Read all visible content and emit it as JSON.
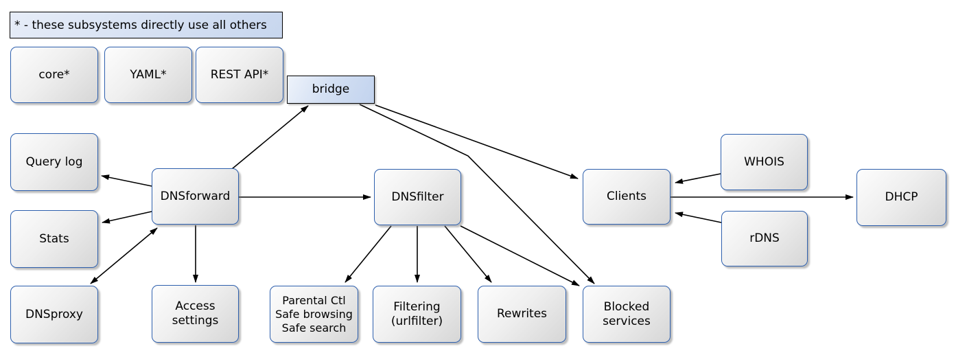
{
  "diagram": {
    "legend": "* - these subsystems directly use all others",
    "nodes": [
      {
        "id": "core",
        "label": "core*"
      },
      {
        "id": "yaml",
        "label": "YAML*"
      },
      {
        "id": "rest-api",
        "label": "REST API*"
      },
      {
        "id": "bridge",
        "label": "bridge"
      },
      {
        "id": "query-log",
        "label": "Query log"
      },
      {
        "id": "stats",
        "label": "Stats"
      },
      {
        "id": "dnsproxy",
        "label": "DNSproxy"
      },
      {
        "id": "dnsforward",
        "label": "DNSforward"
      },
      {
        "id": "access-settings",
        "label": "Access\nsettings"
      },
      {
        "id": "dnsfilter",
        "label": "DNSfilter"
      },
      {
        "id": "parental",
        "label": "Parental Ctl\nSafe browsing\nSafe search"
      },
      {
        "id": "filtering",
        "label": "Filtering\n(urlfilter)"
      },
      {
        "id": "rewrites",
        "label": "Rewrites"
      },
      {
        "id": "blocked-services",
        "label": "Blocked\nservices"
      },
      {
        "id": "clients",
        "label": "Clients"
      },
      {
        "id": "whois",
        "label": "WHOIS"
      },
      {
        "id": "rdns",
        "label": "rDNS"
      },
      {
        "id": "dhcp",
        "label": "DHCP"
      }
    ],
    "edges": [
      {
        "from": "dnsforward",
        "to": "bridge"
      },
      {
        "from": "bridge",
        "to": "clients"
      },
      {
        "from": "bridge",
        "to": "blocked-services"
      },
      {
        "from": "dnsforward",
        "to": "query-log"
      },
      {
        "from": "dnsforward",
        "to": "stats"
      },
      {
        "from": "dnsforward",
        "to": "dnsproxy",
        "bidirectional": true
      },
      {
        "from": "dnsforward",
        "to": "access-settings"
      },
      {
        "from": "dnsforward",
        "to": "dnsfilter"
      },
      {
        "from": "dnsfilter",
        "to": "parental"
      },
      {
        "from": "dnsfilter",
        "to": "filtering"
      },
      {
        "from": "dnsfilter",
        "to": "rewrites"
      },
      {
        "from": "dnsfilter",
        "to": "blocked-services"
      },
      {
        "from": "whois",
        "to": "clients"
      },
      {
        "from": "rdns",
        "to": "clients"
      },
      {
        "from": "clients",
        "to": "dhcp"
      }
    ],
    "colors": {
      "node_border": "#2d5fad",
      "blue_node_fill": "#c2d3ee",
      "gray_node_fill": "#d6d6d6",
      "arrow": "#000000"
    }
  }
}
